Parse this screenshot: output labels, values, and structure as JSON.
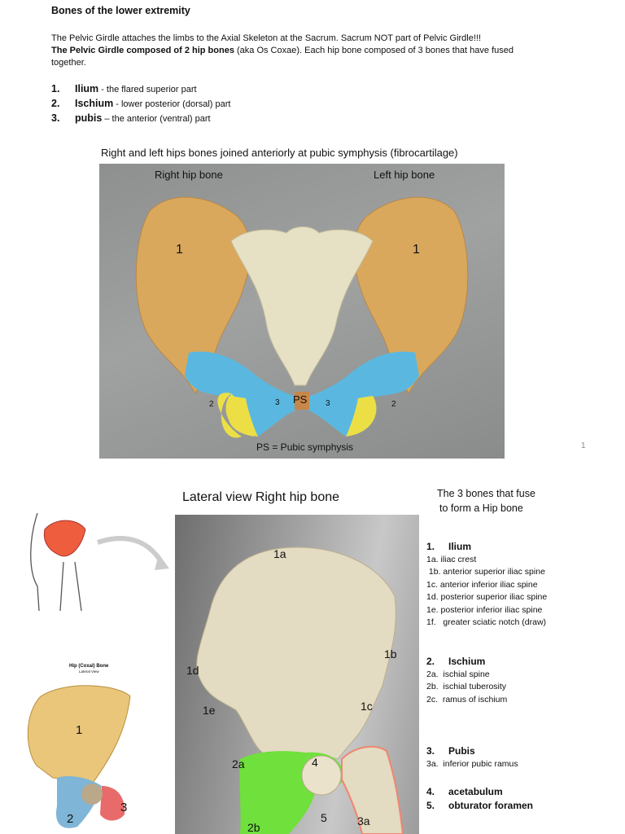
{
  "title": "Bones of the lower extremity",
  "intro": {
    "line1": "The Pelvic Girdle attaches the limbs to the Axial Skeleton at the Sacrum. Sacrum NOT part of Pelvic Girdle!!!",
    "line2_bold": "The Pelvic Girdle composed of 2 hip bones",
    "line2_rest": " (aka Os Coxae). Each hip bone composed of 3 bones that have fused together."
  },
  "bones_list": [
    {
      "num": "1.",
      "term": "Ilium",
      "desc": "- the flared superior part"
    },
    {
      "num": "2.",
      "term": "Ischium",
      "desc": "- lower posterior (dorsal) part"
    },
    {
      "num": "3.",
      "term": "pubis",
      "desc": "– the anterior (ventral) part"
    }
  ],
  "figure1": {
    "caption": "Right and left hips bones joined anteriorly at pubic symphysis (fibrocartilage)",
    "right_label": "Right hip bone",
    "left_label": "Left hip bone",
    "label_1": "1",
    "label_2": "2",
    "label_3": "3",
    "label_ps": "PS",
    "footer": "PS = Pubic symphysis",
    "colors": {
      "ilium": "#d9a85c",
      "ischium": "#ecdf45",
      "pubis": "#5ab8e0",
      "symphysis": "#c8874a",
      "sacrum": "#e6e0c4"
    }
  },
  "page_number": "1",
  "figure2": {
    "title": "Lateral view Right hip bone",
    "labels": {
      "l1a": "1a",
      "l1b": "1b",
      "l1c": "1c",
      "l1d": "1d",
      "l1e": "1e",
      "l2a": "2a",
      "l2b": "2b",
      "l4": "4",
      "l5": "5",
      "l3a": "3a"
    }
  },
  "small_diagram": {
    "title": "Hip (Coxal) Bone",
    "subtitle": "Lateral View",
    "label_1": "1",
    "label_2": "2",
    "label_3": "3"
  },
  "side_heading": {
    "line1": "The 3 bones that fuse",
    "line2": "to form a Hip bone"
  },
  "ilium": {
    "num": "1.",
    "name": "Ilium",
    "items": [
      "1a. iliac crest",
      " 1b. anterior superior iliac spine",
      "1c. anterior inferior iliac spine",
      "1d. posterior superior iliac spine",
      "1e. posterior inferior iliac spine",
      "1f.   greater sciatic notch (draw)"
    ]
  },
  "ischium": {
    "num": "2.",
    "name": "Ischium",
    "items": [
      "2a.  ischial spine",
      "2b.  ischial tuberosity",
      "2c.  ramus of ischium"
    ]
  },
  "pubis": {
    "num": "3.",
    "name": "Pubis",
    "items": [
      "3a.  inferior pubic ramus"
    ]
  },
  "others": [
    {
      "num": "4.",
      "name": "acetabulum"
    },
    {
      "num": "5.",
      "name": "obturator foramen"
    }
  ]
}
